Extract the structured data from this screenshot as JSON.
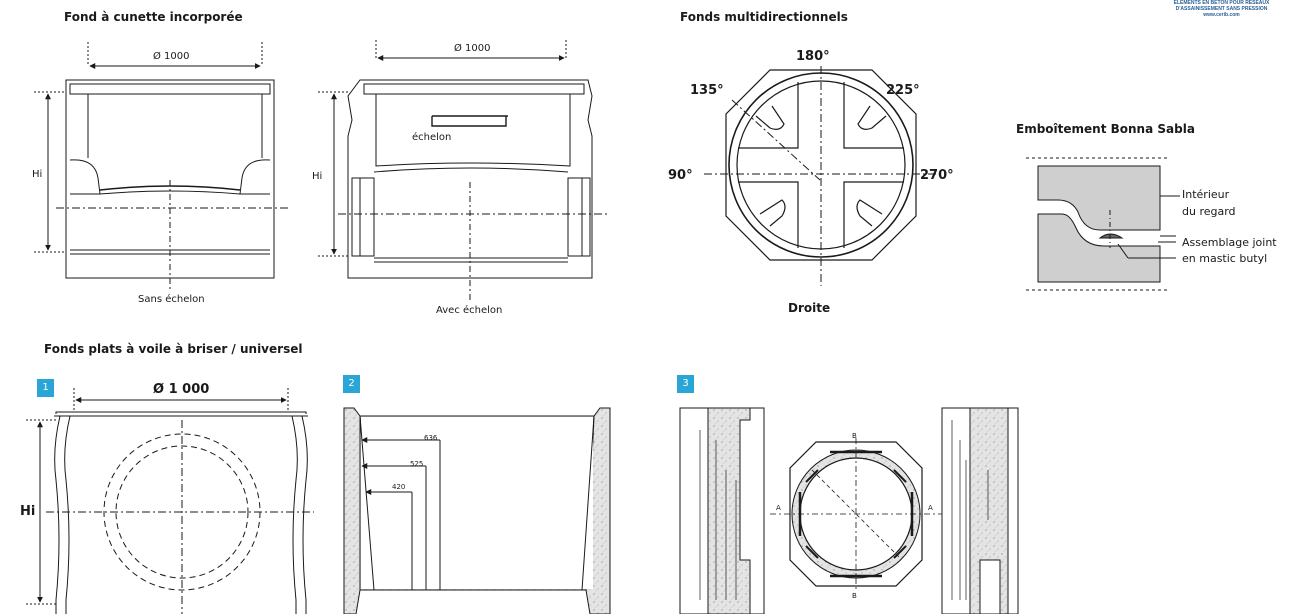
{
  "brand": {
    "logo_line1": "ÉLÉMENTS EN BÉTON POUR RÉSEAUX",
    "logo_line2": "D'ASSAINISSEMENT SANS PRESSION",
    "logo_url": "www.cerib.com",
    "accent_color": "#2aa6d6",
    "logo_color": "#2a5f95"
  },
  "sections": {
    "cunette": {
      "title": "Fond à cunette incorporée",
      "sans": {
        "diameter": "Ø 1000",
        "height": "Hi",
        "caption": "Sans échelon"
      },
      "avec": {
        "diameter": "Ø 1000",
        "height": "Hi",
        "step": "échelon",
        "caption": "Avec échelon"
      }
    },
    "multi": {
      "title": "Fonds multidirectionnels",
      "angles": {
        "a180": "180°",
        "a135": "135°",
        "a225": "225°",
        "a90": "90°",
        "a270": "270°"
      },
      "caption": "Droite"
    },
    "emboitement": {
      "title": "Emboîtement Bonna Sabla",
      "interior_1": "Intérieur",
      "interior_2": "du regard",
      "joint_1": "Assemblage joint",
      "joint_2": "en mastic butyl"
    },
    "plats": {
      "title": "Fonds plats à voile à briser / universel",
      "badges": [
        "1",
        "2",
        "3"
      ],
      "d1": {
        "diameter": "Ø 1 000",
        "height": "Hi"
      },
      "d2": {
        "dims": [
          "636",
          "525",
          "420"
        ]
      },
      "d3": {
        "axis_a": "A",
        "axis_b": "B"
      }
    }
  }
}
